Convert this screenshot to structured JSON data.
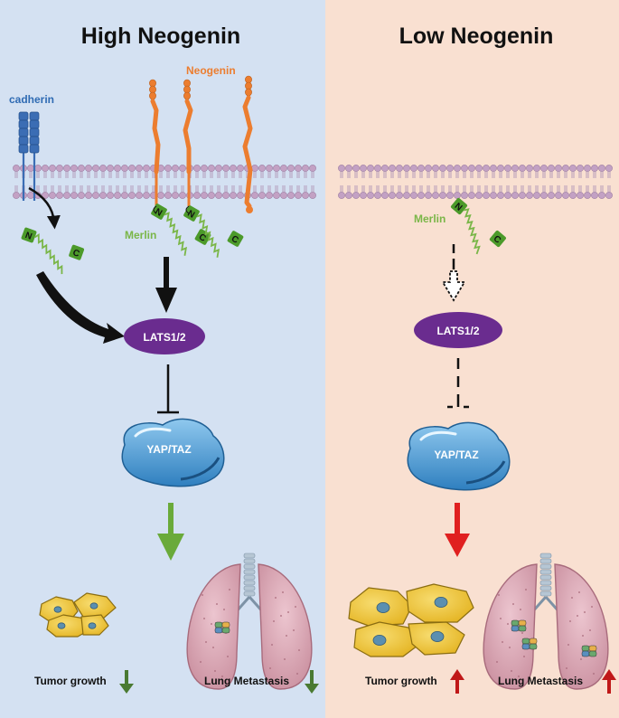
{
  "panels": {
    "high": {
      "title": "High Neogenin",
      "cadherin": "cadherin",
      "neogenin": "Neogenin",
      "merlin": "Merlin",
      "lats": "LATS1/2",
      "yap": "YAP/TAZ",
      "tumor": "Tumor growth",
      "metastasis": "Lung Metastasis"
    },
    "low": {
      "title": "Low Neogenin",
      "merlin": "Merlin",
      "lats": "LATS1/2",
      "yap": "YAP/TAZ",
      "tumor": "Tumor growth",
      "metastasis": "Lung Metastasis"
    }
  },
  "domain_labels": {
    "n": "N",
    "c": "C"
  },
  "colors": {
    "left_bg": "#d4e1f2",
    "right_bg": "#f9e0d1",
    "cadherin": "#3b6db4",
    "neogenin": "#ec7d2f",
    "merlin": "#7ab648",
    "merlin_box": "#4c9a2a",
    "lats": "#6a2c8f",
    "yap": "#4a9bd4",
    "green_arrow": "#6aaa3a",
    "red_arrow": "#e02020",
    "down_arrow": "#4a7a32",
    "up_arrow": "#c01818",
    "membrane": "#c5a3c2",
    "cell": "#f1c232",
    "lung": "#dba7b4"
  },
  "icons": [
    "membrane-icon",
    "cadherin-icon",
    "neogenin-icon",
    "merlin-icon",
    "lats-icon",
    "yap-taz-icon",
    "tumor-cells-icon",
    "lung-icon",
    "arrow-down-icon",
    "arrow-up-icon",
    "inhibit-icon"
  ]
}
